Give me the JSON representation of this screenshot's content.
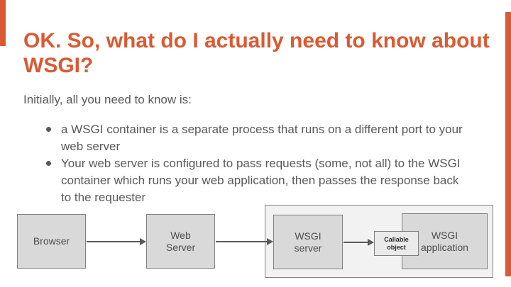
{
  "slide": {
    "title": {
      "lines": [
        "OK. So, what do I actually need to know about",
        "WSGI?"
      ],
      "color": "#D95A33"
    },
    "intro": "Initially, all you need to know is:",
    "bullets": [
      {
        "lines": [
          "a WSGI container is a separate process that runs on a different port to your",
          "web server"
        ]
      },
      {
        "lines": [
          "Your web server is configured to pass requests (some, not all) to the WSGI",
          "container which runs your web application, then passes the response back",
          "to the requester"
        ]
      }
    ],
    "diagram": {
      "browser_label": "Browser",
      "web_server_lines": [
        "Web",
        "Server"
      ],
      "wsgi_server_lines": [
        "WSGI",
        "server"
      ],
      "callable_object_lines": [
        "Callable",
        "object"
      ],
      "wsgi_application_lines": [
        "WSGI",
        "application"
      ]
    },
    "colors": {
      "accent": "#D95A33",
      "body_text": "#595959",
      "node_fill": "#D9D9D9",
      "node_border": "#808080",
      "container_fill": "#F2F2F2",
      "arrow": "#595959"
    }
  }
}
